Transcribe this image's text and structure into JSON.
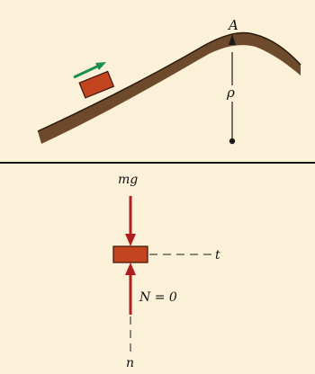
{
  "colors": {
    "background": "#fbf1d8",
    "slope": "#6e4a2c",
    "slope_edge": "#2a1a0e",
    "block": "#c2451f",
    "block_edge": "#3a1408",
    "velocity_arrow": "#1a8f4d",
    "force_arrow": "#b01d1d",
    "axis_line": "#1a1a1a",
    "divider": "#111111"
  },
  "labels": {
    "point_a": "A",
    "radius": "ρ",
    "weight": "mg",
    "tangent_axis": "t",
    "normal_force": "N = 0",
    "normal_axis": "n"
  }
}
